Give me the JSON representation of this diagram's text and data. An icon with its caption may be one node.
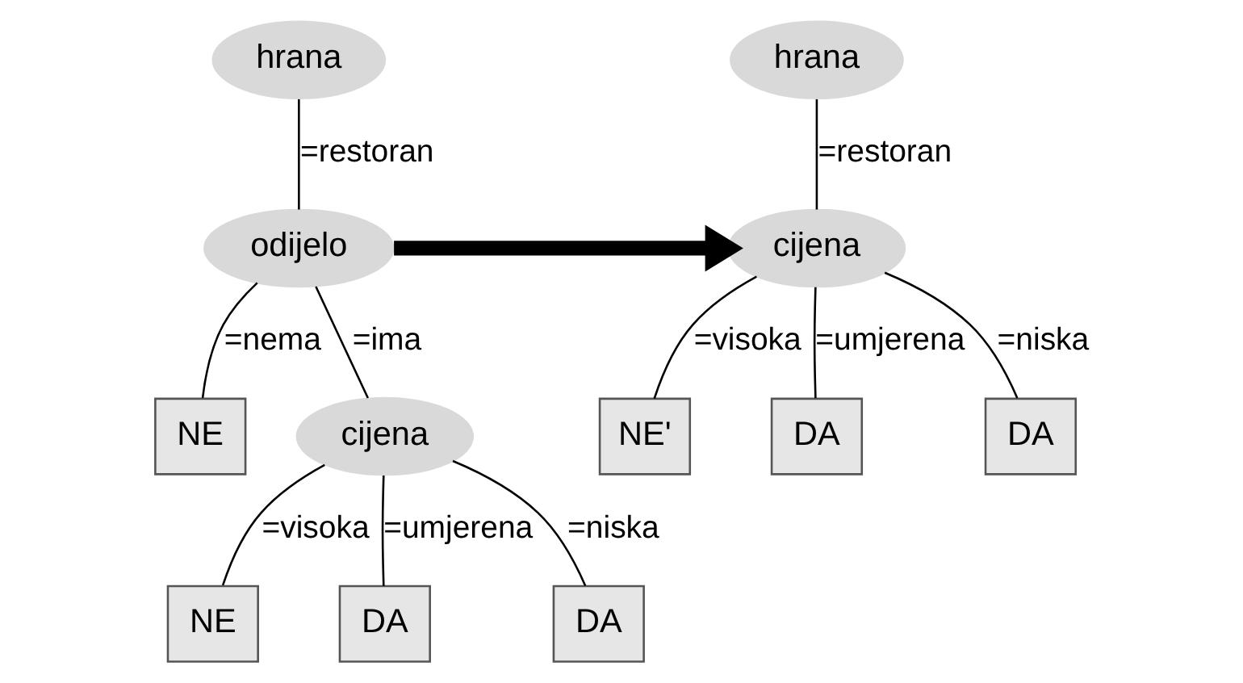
{
  "diagram": {
    "nodes": [
      {
        "text": [
          "hrana"
        ]
      },
      {
        "text": [
          "odijelo"
        ]
      },
      {
        "text": [
          "NE"
        ]
      },
      {
        "text": [
          "cijena"
        ]
      },
      {
        "text": [
          "NE"
        ]
      },
      {
        "text": [
          "DA"
        ]
      },
      {
        "text": [
          "DA"
        ]
      },
      {
        "text": [
          "hrana"
        ]
      },
      {
        "text": [
          "cijena"
        ]
      },
      {
        "text": [
          "NE'"
        ]
      },
      {
        "text": [
          "DA"
        ]
      },
      {
        "text": [
          "DA"
        ]
      }
    ],
    "edges": [
      {
        "from": 0,
        "to": 1,
        "arrow": "none",
        "label": "=restoran"
      },
      {
        "from": 1,
        "to": 3,
        "arrow": "none",
        "label": "=ima"
      },
      {
        "from": 1,
        "to": 2,
        "arrow": "none",
        "label": "=nema"
      },
      {
        "from": 3,
        "to": 4,
        "arrow": "none",
        "label": "=visoka"
      },
      {
        "from": 3,
        "to": 5,
        "arrow": "none",
        "label": "=umjerena"
      },
      {
        "from": 3,
        "to": 6,
        "arrow": "none",
        "label": "=niska"
      },
      {
        "from": 1,
        "to": 8,
        "arrow": "to",
        "style": "thick"
      },
      {
        "from": 7,
        "to": 8,
        "arrow": "none",
        "label": "=restoran"
      },
      {
        "from": 8,
        "to": 9,
        "arrow": "none",
        "label": "=visoka"
      },
      {
        "from": 8,
        "to": 10,
        "arrow": "none",
        "label": "=umjerena"
      },
      {
        "from": 8,
        "to": 11,
        "arrow": "none",
        "label": "=niska"
      }
    ]
  }
}
